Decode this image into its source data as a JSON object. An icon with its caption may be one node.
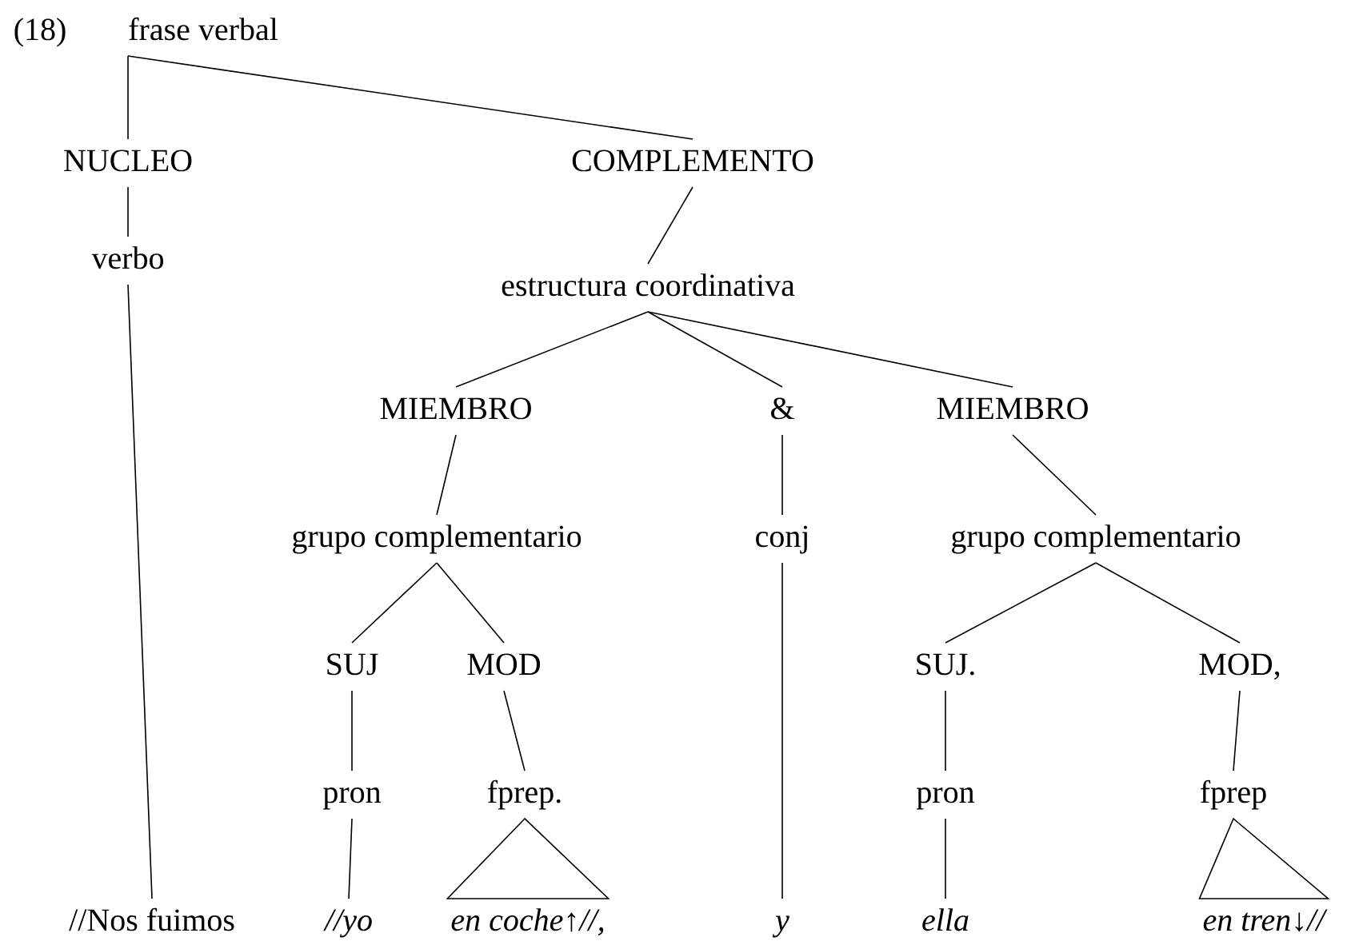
{
  "diagram": {
    "nodes": [
      {
        "text": [
          "frase verbal"
        ]
      },
      {
        "text": [
          "NUCLEO"
        ]
      },
      {
        "text": [
          "COMPLEMENTO"
        ]
      },
      {
        "text": [
          "verbo"
        ]
      },
      {
        "text": [
          "estructura coordinativa"
        ]
      },
      {
        "text": [
          "MIEMBRO"
        ]
      },
      {
        "text": [
          "&"
        ]
      },
      {
        "text": [
          "MIEMBRO"
        ]
      },
      {
        "text": [
          "grupo complementario"
        ]
      },
      {
        "text": [
          "conj"
        ]
      },
      {
        "text": [
          "grupo complementario"
        ]
      },
      {
        "text": [
          "SUJ"
        ]
      },
      {
        "text": [
          "MOD"
        ]
      },
      {
        "text": [
          "SUJ."
        ]
      },
      {
        "text": [
          "MOD,"
        ]
      },
      {
        "text": [
          "pron"
        ]
      },
      {
        "text": [
          "fprep."
        ]
      },
      {
        "text": [
          "pron"
        ]
      },
      {
        "text": [
          "fprep"
        ]
      },
      {
        "text": [
          "//Nos fuimos"
        ]
      },
      {
        "text": [
          "//yo"
        ]
      },
      {
        "text": [
          "en coche↑//,"
        ]
      },
      {
        "text": [
          "y"
        ]
      },
      {
        "text": [
          "ella"
        ]
      },
      {
        "text": [
          "en tren↓//"
        ]
      }
    ],
    "edges": [
      {
        "from": 0,
        "to": 1,
        "arrow": "none"
      },
      {
        "from": 0,
        "to": 2,
        "arrow": "none"
      },
      {
        "from": 1,
        "to": 3,
        "arrow": "none"
      },
      {
        "from": 2,
        "to": 4,
        "arrow": "none"
      },
      {
        "from": 4,
        "to": 5,
        "arrow": "none"
      },
      {
        "from": 4,
        "to": 6,
        "arrow": "none"
      },
      {
        "from": 4,
        "to": 7,
        "arrow": "none"
      },
      {
        "from": 5,
        "to": 8,
        "arrow": "none"
      },
      {
        "from": 6,
        "to": 9,
        "arrow": "none"
      },
      {
        "from": 7,
        "to": 10,
        "arrow": "none"
      },
      {
        "from": 8,
        "to": 11,
        "arrow": "none"
      },
      {
        "from": 8,
        "to": 12,
        "arrow": "none"
      },
      {
        "from": 10,
        "to": 13,
        "arrow": "none"
      },
      {
        "from": 10,
        "to": 14,
        "arrow": "none"
      },
      {
        "from": 11,
        "to": 15,
        "arrow": "none"
      },
      {
        "from": 12,
        "to": 16,
        "arrow": "none"
      },
      {
        "from": 13,
        "to": 17,
        "arrow": "none"
      },
      {
        "from": 14,
        "to": 18,
        "arrow": "none"
      },
      {
        "from": 3,
        "to": 19,
        "arrow": "none"
      },
      {
        "from": 15,
        "to": 20,
        "arrow": "none"
      },
      {
        "from": 16,
        "to": 21,
        "arrow": "none"
      },
      {
        "from": 9,
        "to": 22,
        "arrow": "none"
      },
      {
        "from": 17,
        "to": 23,
        "arrow": "none"
      },
      {
        "from": 18,
        "to": 24,
        "arrow": "none"
      }
    ],
    "labels": [
      "(18)"
    ]
  }
}
